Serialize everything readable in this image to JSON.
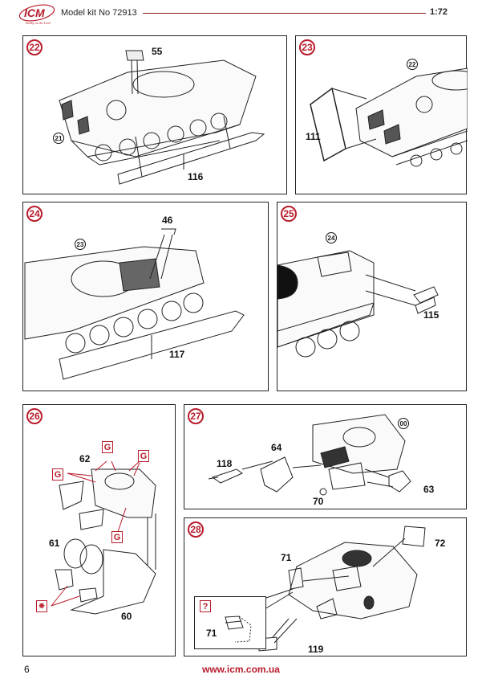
{
  "header": {
    "logo_text": "ICM",
    "logo_tagline": "Hobby on the Level",
    "kit_label": "Model kit No 72913",
    "scale": "1:72"
  },
  "steps": [
    {
      "number": "22",
      "parts": [
        "55",
        "116"
      ],
      "refs": [
        "21"
      ]
    },
    {
      "number": "23",
      "parts": [
        "111"
      ],
      "refs": [
        "22"
      ]
    },
    {
      "number": "24",
      "parts": [
        "46",
        "117"
      ],
      "refs": [
        "23"
      ]
    },
    {
      "number": "25",
      "parts": [
        "115"
      ],
      "refs": [
        "24"
      ]
    },
    {
      "number": "26",
      "parts": [
        "62",
        "61",
        "60"
      ],
      "glue_marks": [
        "G",
        "G",
        "G",
        "G"
      ],
      "symbol": "glue-warning"
    },
    {
      "number": "27",
      "parts": [
        "118",
        "64",
        "70",
        "63"
      ],
      "refs": [
        "00"
      ]
    },
    {
      "number": "28",
      "parts": [
        "71",
        "72",
        "119"
      ],
      "inset": {
        "marker": "?",
        "part": "71"
      }
    }
  ],
  "colors": {
    "accent": "#b81c2b",
    "line": "#222222"
  },
  "footer": {
    "page_number": "6",
    "url": "www.icm.com.ua"
  }
}
